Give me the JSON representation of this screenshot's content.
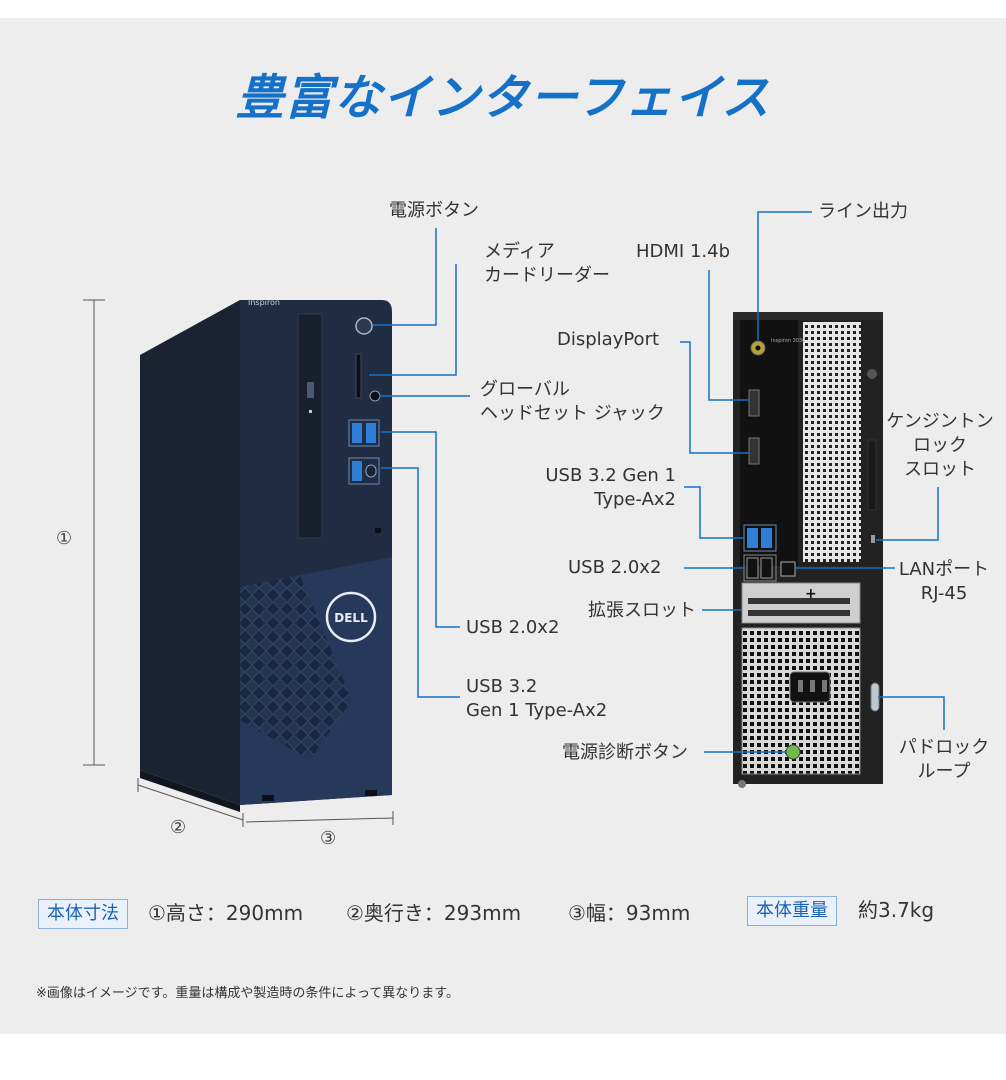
{
  "title": "豊富なインターフェイス",
  "front_labels": {
    "power_button": "電源ボタン",
    "media_card_reader": [
      "メディア",
      "カードリーダー"
    ],
    "headset_jack": [
      "グローバル",
      "ヘッドセット ジャック"
    ],
    "usb20": "USB 2.0x2",
    "usb32": [
      "USB 3.2",
      "Gen 1 Type-Ax2"
    ]
  },
  "rear_labels": {
    "line_out": "ライン出力",
    "hdmi": "HDMI 1.4b",
    "displayport": "DisplayPort",
    "kensington": [
      "ケンジントン",
      "ロック",
      "スロット"
    ],
    "usb32": [
      "USB 3.2 Gen 1",
      "Type-Ax2"
    ],
    "usb20": "USB 2.0x2",
    "lan": [
      "LANポート",
      "RJ-45"
    ],
    "expansion": "拡張スロット",
    "power_diag": "電源診断ボタン",
    "padlock": [
      "パドロック",
      "ループ"
    ]
  },
  "dimension_markers": {
    "height": "①",
    "depth": "②",
    "width": "③"
  },
  "device_text": {
    "front_model": "Inspiron",
    "rear_model": "Inspiron 3030",
    "brand": "DELL"
  },
  "specs": {
    "size_tag": "本体寸法",
    "height": "①高さ：290mm",
    "depth": "②奥行き：293mm",
    "width": "③幅：93mm",
    "weight_tag": "本体重量",
    "weight": "約3.7kg"
  },
  "note": "※画像はイメージです。重量は構成や製造時の条件によって異なります。",
  "colors": {
    "title": "#1570c8",
    "callout_line": "#1570c8",
    "chassis": "#1f2a3d",
    "usb_port": "#2f7fd8"
  }
}
